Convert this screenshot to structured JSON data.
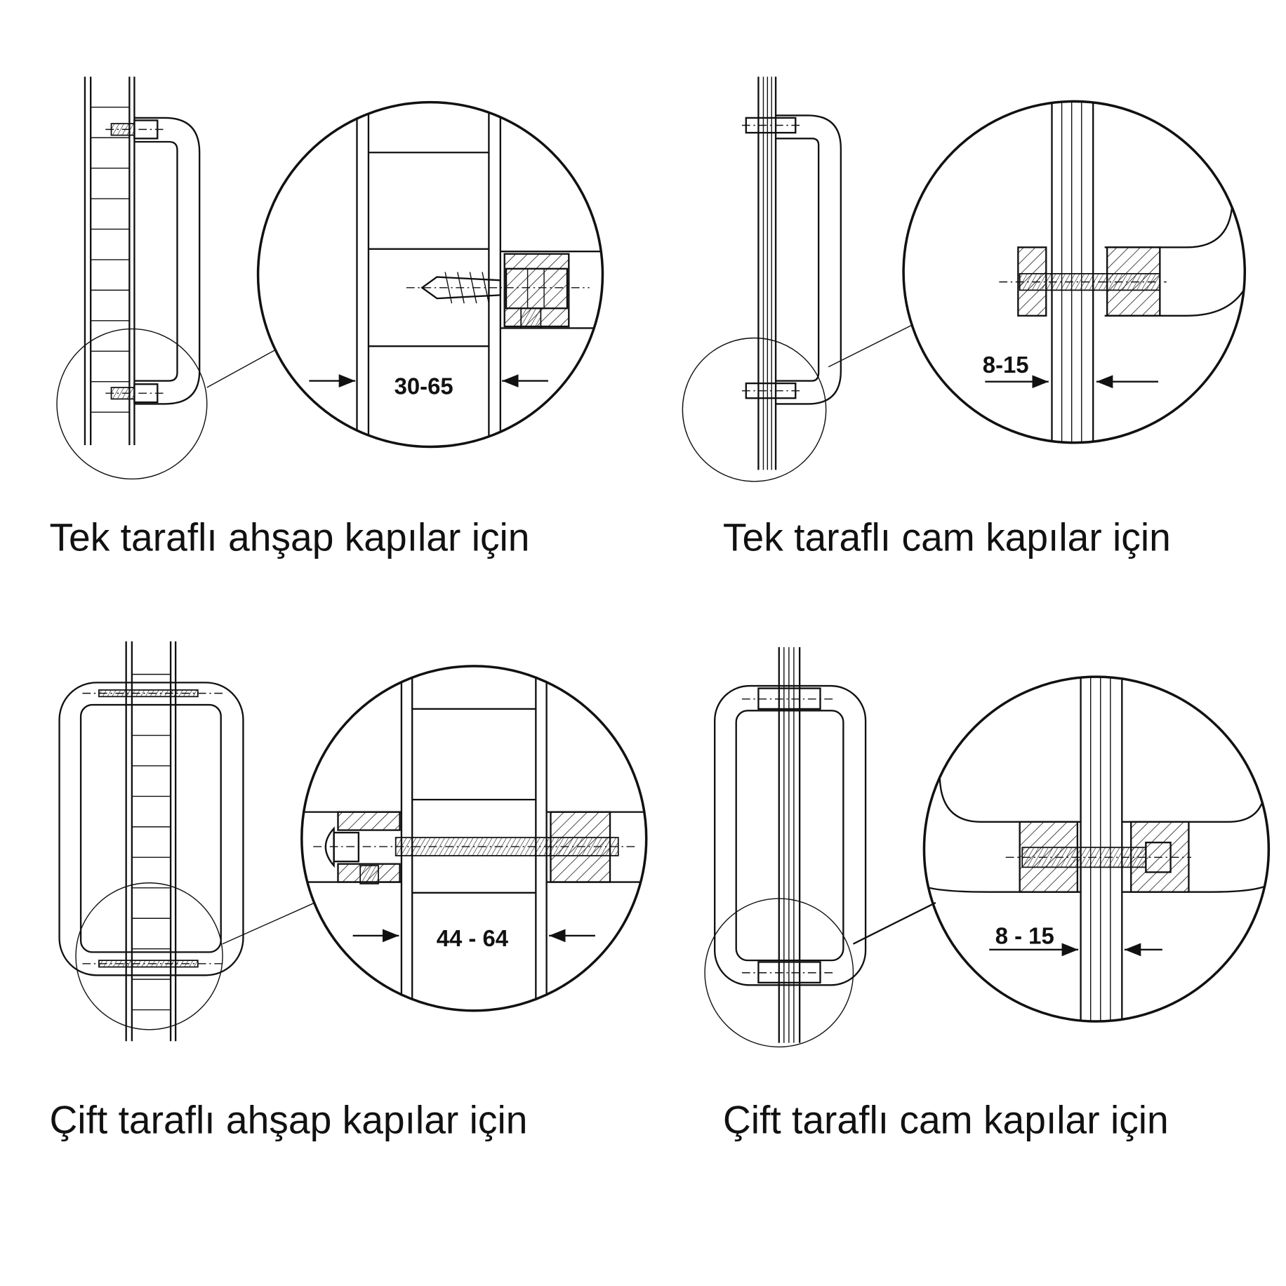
{
  "panels": [
    {
      "title": "Tek taraflı ahşap kapılar için",
      "dimension": "30-65"
    },
    {
      "title": "Tek taraflı cam kapılar için",
      "dimension": "8-15"
    },
    {
      "title": "Çift taraflı ahşap kapılar için",
      "dimension": "44 - 64"
    },
    {
      "title": "Çift taraflı cam kapılar için",
      "dimension": "8 - 15"
    }
  ]
}
